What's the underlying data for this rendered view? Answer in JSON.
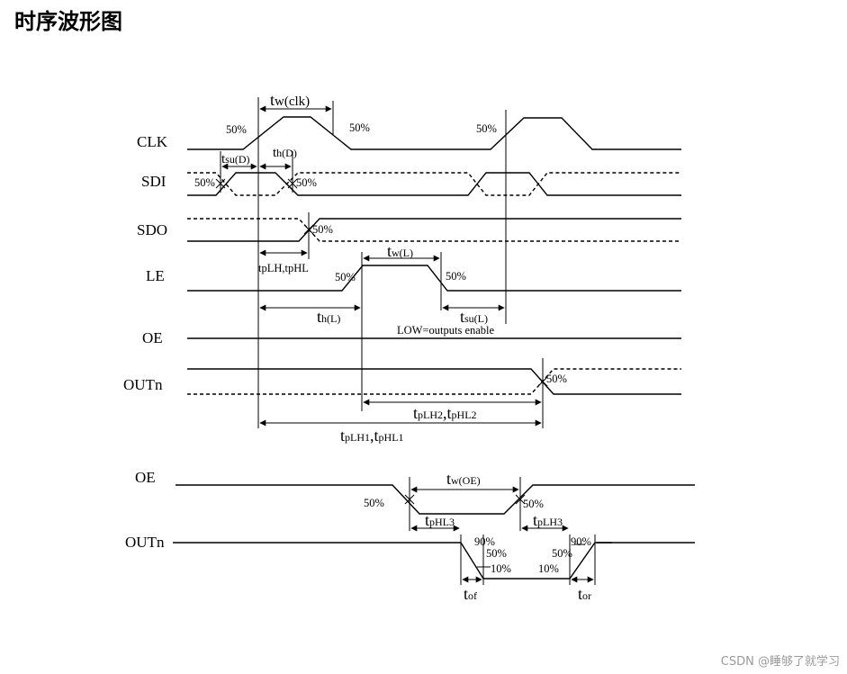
{
  "title": "时序波形图",
  "watermark": "CSDN @睡够了就学习",
  "signals": {
    "clk": "CLK",
    "sdi": "SDI",
    "sdo": "SDO",
    "le": "LE",
    "oe": "OE",
    "outn": "OUTn",
    "oe2": "OE",
    "outn2": "OUTn"
  },
  "percent": {
    "p50": "50%",
    "p90": "90%",
    "p10": "10%"
  },
  "timings": {
    "tw_clk": {
      "main": "t",
      "sub": "w(clk)"
    },
    "tsu_d": {
      "main": "t",
      "sub": "su(D)"
    },
    "th_d": {
      "main": "t",
      "sub": "h(D)"
    },
    "tplh_tphl": "tpLH,tpHL",
    "tw_l": {
      "main": "t",
      "sub": "w(L)"
    },
    "th_l": {
      "main": "t",
      "sub": "h(L)"
    },
    "tsu_l": {
      "main": "t",
      "sub": "su(L)"
    },
    "tplh2": {
      "main": "t",
      "sub": "pLH2"
    },
    "tphl2": {
      "main": "t",
      "sub": "pHL2"
    },
    "tplh1": {
      "main": "t",
      "sub": "pLH1"
    },
    "tphl1": {
      "main": "t",
      "sub": "pHL1"
    },
    "tw_oe": {
      "main": "t",
      "sub": "w(OE)"
    },
    "tphl3": {
      "main": "t",
      "sub": "pHL3"
    },
    "tplh3": {
      "main": "t",
      "sub": "pLH3"
    },
    "tof": {
      "main": "t",
      "sub": "of"
    },
    "tor": {
      "main": "t",
      "sub": "or"
    }
  },
  "notes": {
    "low_enable": "LOW=outputs  enable"
  }
}
